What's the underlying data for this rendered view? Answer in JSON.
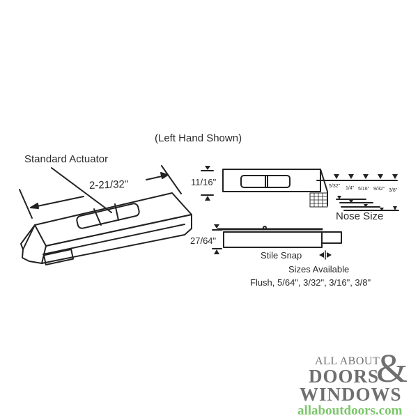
{
  "diagram": {
    "caption": "(Left Hand Shown)",
    "left_view": {
      "actuator_label": "Standard Actuator",
      "length_dimension": "2-21/32\""
    },
    "top_view": {
      "height_dimension": "11/16\"",
      "nose_sizes": [
        "5/32\"",
        "1/4\"",
        "5/16\"",
        "9/32\"",
        "3/8\""
      ],
      "nose_size_label": "Nose Size"
    },
    "side_view": {
      "height_dimension": "27/64\"",
      "stile_snap_label": "Stile Snap",
      "sizes_available_label": "Sizes Available",
      "sizes_list": "Flush, 5/64\", 3/32\", 3/16\", 3/8\""
    }
  },
  "logo": {
    "line1": "ALL ABOUT",
    "line2": "DOORS",
    "ampersand": "&",
    "line3": "WINDOWS",
    "url": "allaboutdoors.com",
    "colors": {
      "text": "#6f6f6f",
      "url": "#7dc66b"
    }
  }
}
